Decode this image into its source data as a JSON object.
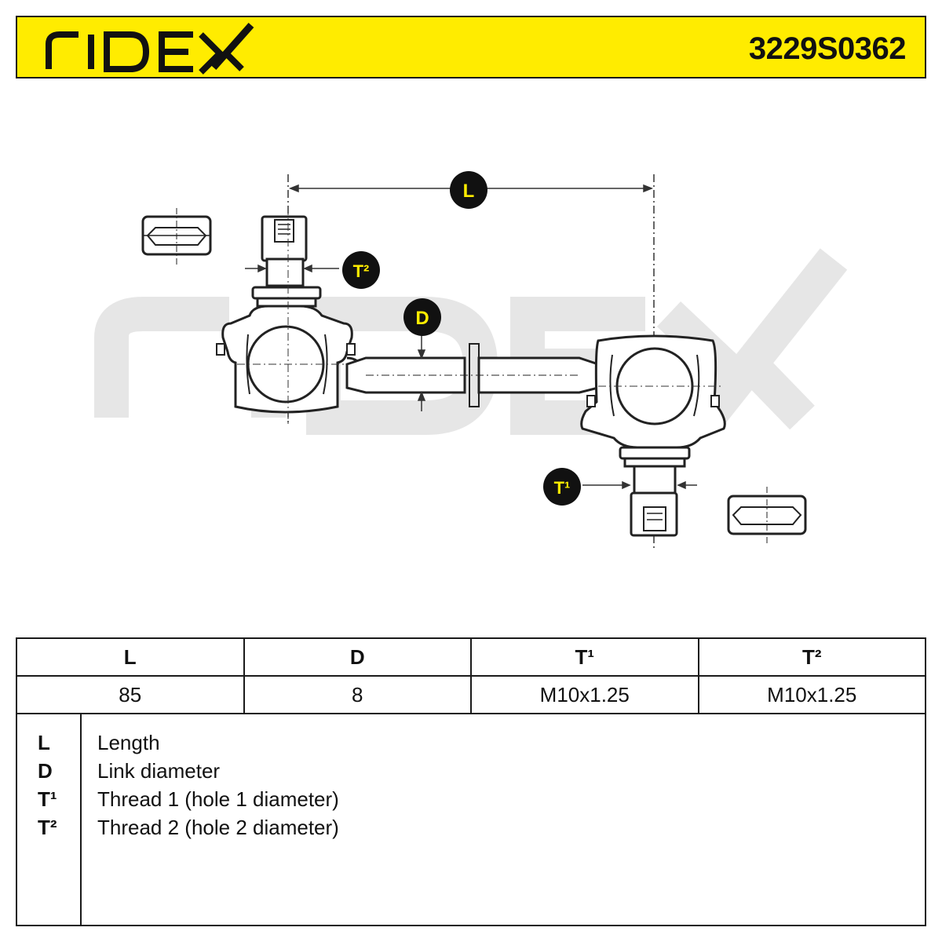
{
  "brand": {
    "logo_text": "RIDEX",
    "header_color": "#ffec00",
    "watermark_text": "RIDEX"
  },
  "part_number": "3229S0362",
  "diagram": {
    "dimension_labels": {
      "length": "L",
      "diameter": "D",
      "thread1": "T¹",
      "thread2": "T²"
    }
  },
  "specs": {
    "headers": [
      "L",
      "D",
      "T¹",
      "T²"
    ],
    "values": [
      "85",
      "8",
      "M10x1.25",
      "M10x1.25"
    ]
  },
  "legend": [
    {
      "key": "L",
      "description": "Length"
    },
    {
      "key": "D",
      "description": "Link diameter"
    },
    {
      "key": "T¹",
      "description": "Thread 1 (hole 1 diameter)"
    },
    {
      "key": "T²",
      "description": "Thread 2 (hole 2 diameter)"
    }
  ]
}
